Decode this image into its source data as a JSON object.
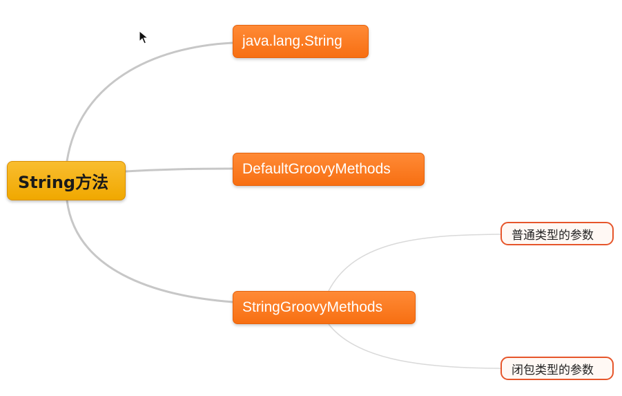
{
  "mindmap": {
    "root": {
      "label": "String方法"
    },
    "branches": [
      {
        "label": "java.lang.String"
      },
      {
        "label": "DefaultGroovyMethods"
      },
      {
        "label": "StringGroovyMethods"
      }
    ],
    "leaves": [
      {
        "label": "普通类型的参数"
      },
      {
        "label": "闭包类型的参数"
      }
    ]
  },
  "colors": {
    "root_fill": "#f5b21c",
    "branch_fill": "#f97a22",
    "leaf_border": "#e6552a",
    "connector": "#c7c7c7"
  },
  "icons": [
    "mouse-cursor-icon"
  ]
}
